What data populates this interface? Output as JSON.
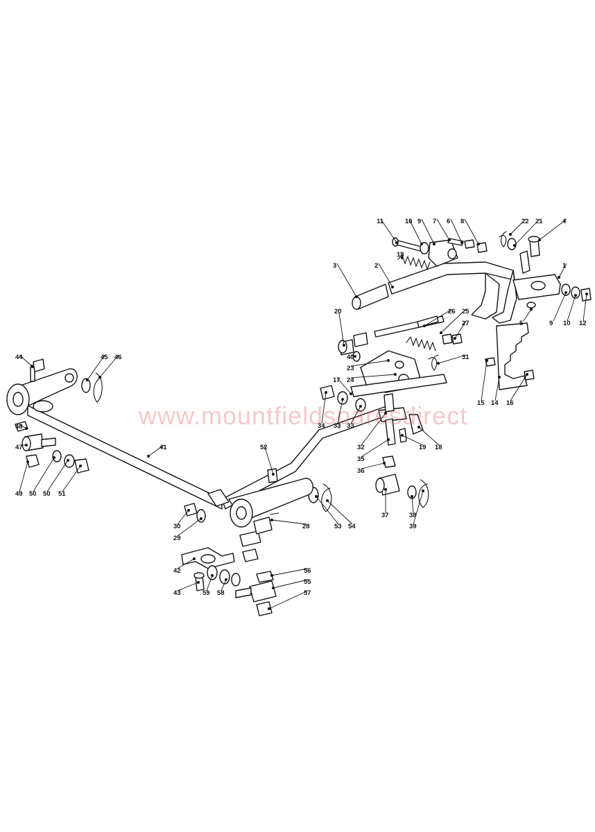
{
  "watermark": "www.mountfieldsparesdirect",
  "callouts": [
    {
      "label": "11",
      "name": "callout-11"
    },
    {
      "label": "10",
      "name": "callout-10-top"
    },
    {
      "label": "9",
      "name": "callout-9-top"
    },
    {
      "label": "7",
      "name": "callout-7"
    },
    {
      "label": "6",
      "name": "callout-6"
    },
    {
      "label": "8",
      "name": "callout-8"
    },
    {
      "label": "22",
      "name": "callout-22"
    },
    {
      "label": "21",
      "name": "callout-21"
    },
    {
      "label": "4",
      "name": "callout-4"
    },
    {
      "label": "13",
      "name": "callout-13"
    },
    {
      "label": "3",
      "name": "callout-3"
    },
    {
      "label": "2",
      "name": "callout-2"
    },
    {
      "label": "1",
      "name": "callout-1"
    },
    {
      "label": "9",
      "name": "callout-9-right"
    },
    {
      "label": "10",
      "name": "callout-10-right"
    },
    {
      "label": "12",
      "name": "callout-12"
    },
    {
      "label": "5",
      "name": "callout-5"
    },
    {
      "label": "20",
      "name": "callout-20"
    },
    {
      "label": "26",
      "name": "callout-26"
    },
    {
      "label": "25",
      "name": "callout-25"
    },
    {
      "label": "27",
      "name": "callout-27"
    },
    {
      "label": "40",
      "name": "callout-40"
    },
    {
      "label": "31",
      "name": "callout-31"
    },
    {
      "label": "23",
      "name": "callout-23"
    },
    {
      "label": "24",
      "name": "callout-24"
    },
    {
      "label": "17",
      "name": "callout-17"
    },
    {
      "label": "15",
      "name": "callout-15"
    },
    {
      "label": "14",
      "name": "callout-14"
    },
    {
      "label": "16",
      "name": "callout-16"
    },
    {
      "label": "44",
      "name": "callout-44"
    },
    {
      "label": "45",
      "name": "callout-45"
    },
    {
      "label": "46",
      "name": "callout-46"
    },
    {
      "label": "34",
      "name": "callout-34"
    },
    {
      "label": "33",
      "name": "callout-33-a"
    },
    {
      "label": "33",
      "name": "callout-33-b"
    },
    {
      "label": "48",
      "name": "callout-48"
    },
    {
      "label": "19",
      "name": "callout-19"
    },
    {
      "label": "18",
      "name": "callout-18"
    },
    {
      "label": "32",
      "name": "callout-32"
    },
    {
      "label": "47",
      "name": "callout-47"
    },
    {
      "label": "41",
      "name": "callout-41"
    },
    {
      "label": "52",
      "name": "callout-52"
    },
    {
      "label": "35",
      "name": "callout-35"
    },
    {
      "label": "36",
      "name": "callout-36"
    },
    {
      "label": "49",
      "name": "callout-49"
    },
    {
      "label": "50",
      "name": "callout-50-a"
    },
    {
      "label": "50",
      "name": "callout-50-b"
    },
    {
      "label": "51",
      "name": "callout-51"
    },
    {
      "label": "37",
      "name": "callout-37"
    },
    {
      "label": "38",
      "name": "callout-38"
    },
    {
      "label": "39",
      "name": "callout-39"
    },
    {
      "label": "30",
      "name": "callout-30"
    },
    {
      "label": "29",
      "name": "callout-29"
    },
    {
      "label": "53",
      "name": "callout-53"
    },
    {
      "label": "54",
      "name": "callout-54"
    },
    {
      "label": "28",
      "name": "callout-28"
    },
    {
      "label": "42",
      "name": "callout-42"
    },
    {
      "label": "56",
      "name": "callout-56"
    },
    {
      "label": "55",
      "name": "callout-55"
    },
    {
      "label": "43",
      "name": "callout-43"
    },
    {
      "label": "59",
      "name": "callout-59"
    },
    {
      "label": "58",
      "name": "callout-58"
    },
    {
      "label": "57",
      "name": "callout-57"
    }
  ]
}
